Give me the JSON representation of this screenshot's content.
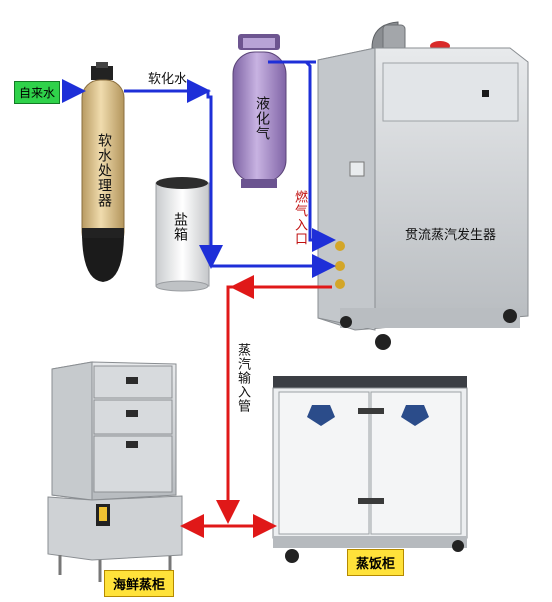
{
  "labels": {
    "tap_water": "自来水",
    "softened_water": "软化水",
    "softener": "软水处理器",
    "salt_tank": "盐箱",
    "lpg": "液化气",
    "gas_inlet": "燃气入口",
    "steam_generator": "贯流蒸汽发生器",
    "steam_pipe": "蒸汽输入管",
    "seafood_steamer": "海鲜蒸柜",
    "rice_steamer": "蒸饭柜"
  },
  "colors": {
    "water_line": "#1e2fd8",
    "steam_line": "#e01818",
    "gas_line": "#e01818",
    "tag_green": "#2fd24a",
    "tag_yellow": "#ffe23a"
  }
}
